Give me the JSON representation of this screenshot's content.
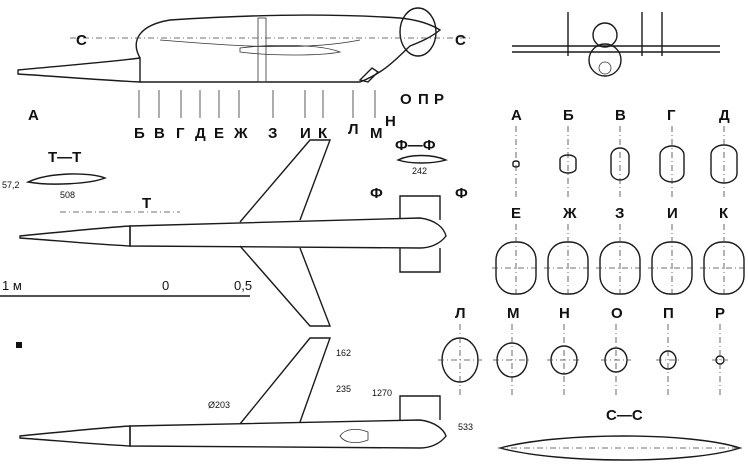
{
  "section_labels_top": [
    "А",
    "Б",
    "В",
    "Г",
    "Д",
    "Е",
    "Ж",
    "З",
    "И",
    "К",
    "Л",
    "М",
    "Н",
    "О",
    "П",
    "Р"
  ],
  "section_cut_top": "С",
  "grid_row1": [
    "А",
    "Б",
    "В",
    "Г",
    "Д"
  ],
  "grid_row2": [
    "Е",
    "Ж",
    "З",
    "И",
    "К"
  ],
  "grid_row3": [
    "Л",
    "М",
    "Н",
    "О",
    "П",
    "Р"
  ],
  "tt": {
    "title": "Т—Т",
    "width": "508",
    "height": "57,2"
  },
  "ff": {
    "title": "Ф—Ф",
    "width": "242",
    "marker": "Ф"
  },
  "t_marker": "Т",
  "scale": {
    "left": "1 м",
    "mid": "0",
    "right": "0,5"
  },
  "bottom_dims": {
    "d203": "Ø203",
    "d162": "162",
    "d235": "235",
    "d1270": "1270",
    "d533": "533"
  },
  "cc_title": "С—С"
}
